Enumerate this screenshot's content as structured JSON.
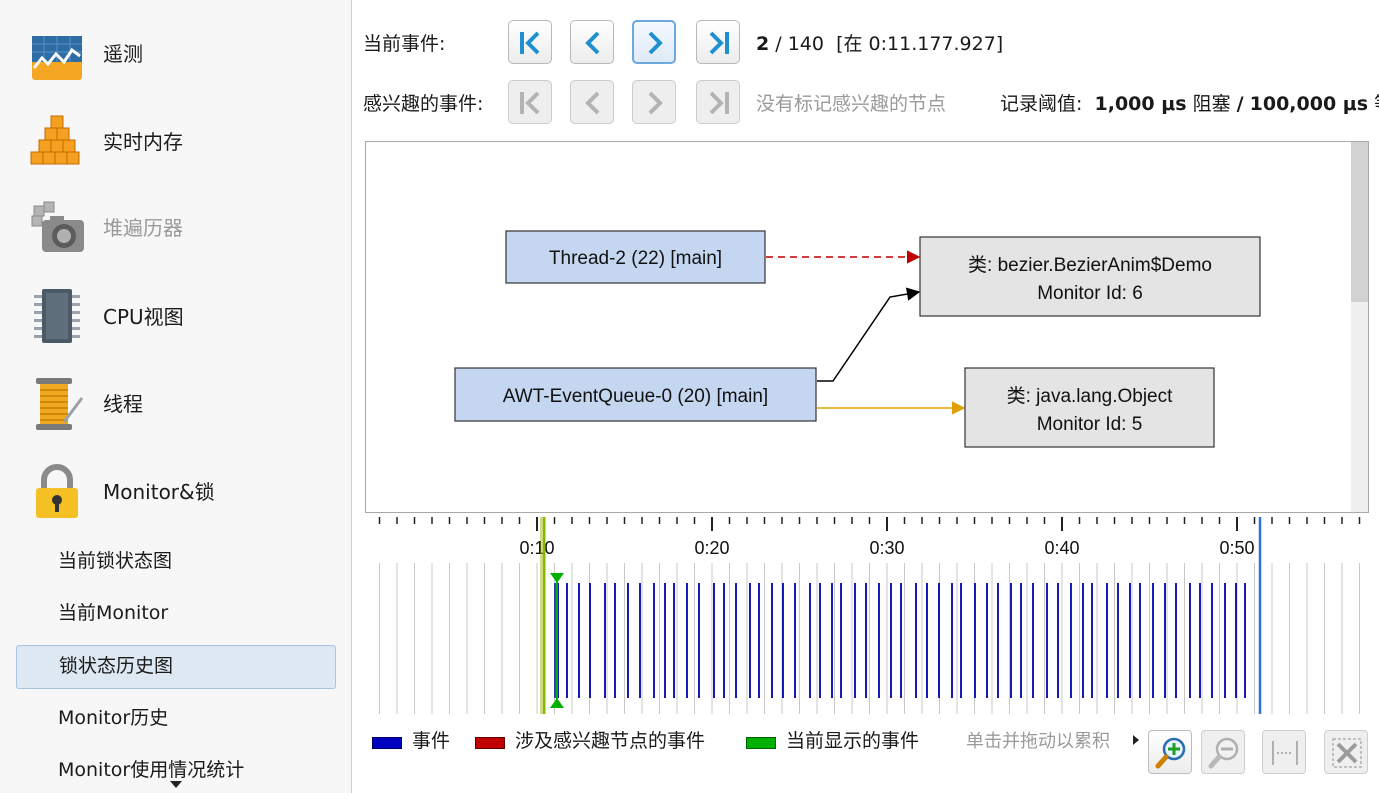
{
  "sidebar": {
    "items": [
      {
        "label": "遥测",
        "icon": "telemetry-chart-icon",
        "enabled": true
      },
      {
        "label": "实时内存",
        "icon": "memory-cubes-icon",
        "enabled": true
      },
      {
        "label": "堆遍历器",
        "icon": "heap-camera-icon",
        "enabled": false
      },
      {
        "label": "CPU视图",
        "icon": "cpu-chip-icon",
        "enabled": true
      },
      {
        "label": "线程",
        "icon": "thread-spool-icon",
        "enabled": true
      },
      {
        "label": "Monitor&锁",
        "icon": "padlock-icon",
        "enabled": true
      }
    ],
    "sub_items": [
      {
        "label": "当前锁状态图",
        "selected": false
      },
      {
        "label": "当前Monitor",
        "selected": false
      },
      {
        "label": "锁状态历史图",
        "selected": true
      },
      {
        "label": "Monitor历史",
        "selected": false
      },
      {
        "label": "Monitor使用情况统计",
        "selected": false
      }
    ]
  },
  "toolbar": {
    "current_event_label": "当前事件:",
    "interesting_event_label": "感兴趣的事件:",
    "current_index": "2",
    "separator": " / ",
    "total": "140",
    "timestamp": "[在 0:11.177.927]",
    "no_marked_nodes": "没有标记感兴趣的节点",
    "threshold_label": "记录阈值:",
    "blocking_value": "1,000 μs",
    "blocking_label": "阻塞",
    "slash": "/",
    "waiting_value": "100,000 μs",
    "waiting_label": "等"
  },
  "graph": {
    "nodes": [
      {
        "id": "thread2",
        "lines": [
          "Thread-2 (22) [main]"
        ],
        "kind": "thread"
      },
      {
        "id": "awt",
        "lines": [
          "AWT-EventQueue-0 (20) [main]"
        ],
        "kind": "thread"
      },
      {
        "id": "demo",
        "lines": [
          "类: bezier.BezierAnim$Demo",
          "Monitor Id: 6"
        ],
        "kind": "monitor"
      },
      {
        "id": "object",
        "lines": [
          "类: java.lang.Object",
          "Monitor Id: 5"
        ],
        "kind": "monitor"
      }
    ],
    "edges": [
      {
        "from": "thread2",
        "to": "demo",
        "style": "dashed",
        "color": "#c00000"
      },
      {
        "from": "awt",
        "to": "demo",
        "style": "solid",
        "color": "#000000"
      },
      {
        "from": "awt",
        "to": "object",
        "style": "solid",
        "color": "#e0a000"
      }
    ],
    "colors": {
      "thread_fill": "#c5d6f1",
      "monitor_fill": "#e4e4e4"
    }
  },
  "timeline": {
    "ticks": [
      "0:10",
      "0:20",
      "0:30",
      "0:40",
      "0:50"
    ],
    "tick_seconds": [
      10,
      20,
      30,
      40,
      50
    ],
    "current_event_seconds": 11.18,
    "event_color": "#0000b0",
    "current_color": "#00b000",
    "cursor_color": "#8ab800",
    "end_marker_color": "#3070e0"
  },
  "legend": {
    "events": {
      "label": "事件",
      "color": "#0000c0"
    },
    "interesting": {
      "label": "涉及感兴趣节点的事件",
      "color": "#c00000"
    },
    "current": {
      "label": "当前显示的事件",
      "color": "#00b000"
    },
    "hint": "单击并拖动以累积"
  },
  "tools": [
    {
      "name": "zoom-in-icon",
      "enabled": true
    },
    {
      "name": "zoom-out-icon",
      "enabled": false
    },
    {
      "name": "fit-width-icon",
      "enabled": false
    },
    {
      "name": "reset-zoom-icon",
      "enabled": false
    }
  ]
}
